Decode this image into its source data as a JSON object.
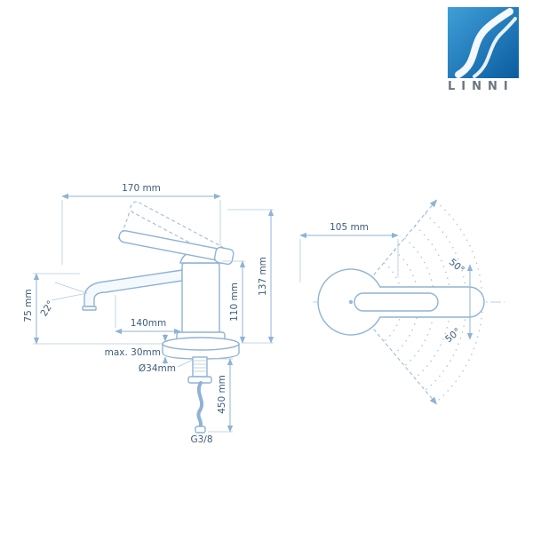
{
  "logo": {
    "brand": "LINNI"
  },
  "colors": {
    "line": "#8fb3d4",
    "text": "#3d5c7c",
    "logo_blue_light": "#3f9fd8",
    "logo_blue_dark": "#0b5ca0"
  },
  "side_view": {
    "dim_width_top": "170 mm",
    "dim_total_height": "137 mm",
    "dim_body_height": "110 mm",
    "dim_spout_height": "75 mm",
    "dim_spout_angle": "22°",
    "dim_spout_reach": "140mm",
    "dim_max_deck_thickness": "max. 30mm",
    "dim_hole_diameter": "Ø34mm",
    "dim_hose_length": "450 mm",
    "dim_thread": "G3/8"
  },
  "top_view": {
    "dim_width": "105 mm",
    "dim_swivel_up": "50°",
    "dim_swivel_down": "50°"
  }
}
